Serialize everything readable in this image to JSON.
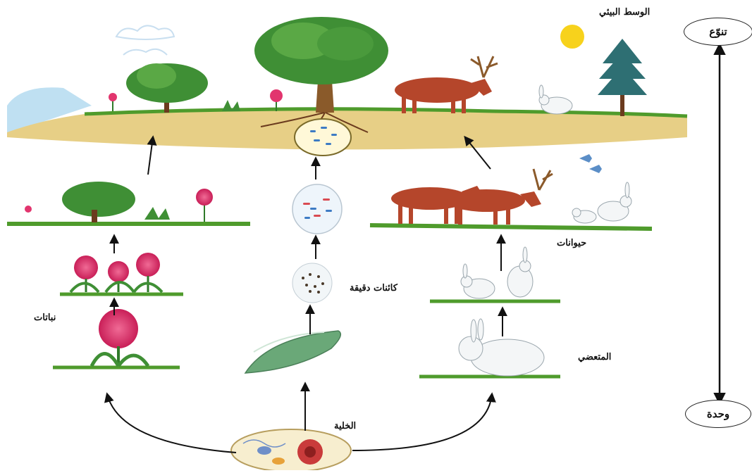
{
  "labels": {
    "environment": "الوسط البيئي",
    "plants": "نباتات",
    "microorganisms": "كائنات دقيقة",
    "animals": "حيوانات",
    "organism": "المتعضي",
    "cell": "الخلية"
  },
  "scale": {
    "top": "تنوّع",
    "bottom": "وحدة"
  },
  "colors": {
    "soil": "#e7cf86",
    "grass": "#4f9b2c",
    "foliage": "#3f8f35",
    "flower": "#e2356e",
    "deer": "#b5462b",
    "sky": "#bfe0f2",
    "sun": "#f7d21c"
  }
}
